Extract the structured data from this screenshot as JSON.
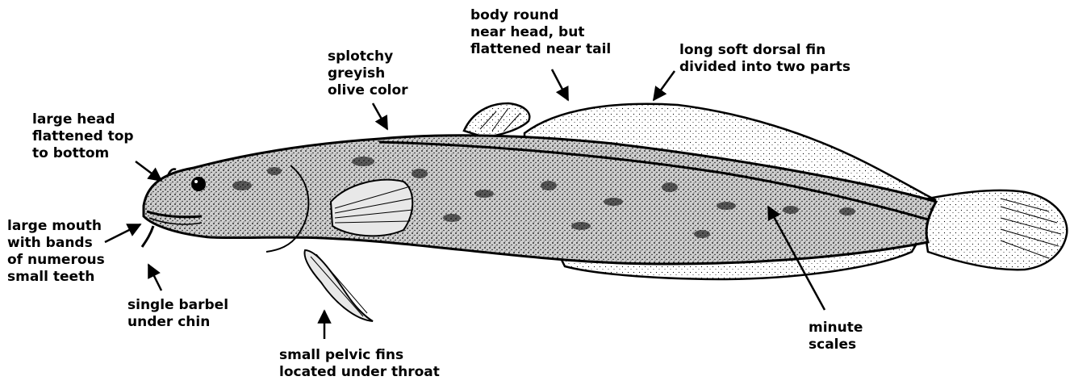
{
  "annotations": [
    {
      "id": "head",
      "lines": [
        "large head",
        "flattened top",
        "to bottom"
      ]
    },
    {
      "id": "mouth",
      "lines": [
        "large mouth",
        "with bands",
        "of numerous",
        "small teeth"
      ]
    },
    {
      "id": "barbel",
      "lines": [
        "single barbel",
        "under chin"
      ]
    },
    {
      "id": "pelvic",
      "lines": [
        "small pelvic fins",
        "located under throat"
      ]
    },
    {
      "id": "color",
      "lines": [
        "splotchy",
        "greyish",
        "olive color"
      ]
    },
    {
      "id": "body",
      "lines": [
        "body round",
        "near head, but",
        "flattened near tail"
      ]
    },
    {
      "id": "dorsal",
      "lines": [
        "long soft dorsal fin",
        "divided into two parts"
      ]
    },
    {
      "id": "scales",
      "lines": [
        "minute",
        "scales"
      ]
    }
  ],
  "colors": {
    "ink": "#000000",
    "body": "#b8b8b8",
    "belly": "#e4e4e4",
    "background": "#ffffff"
  }
}
